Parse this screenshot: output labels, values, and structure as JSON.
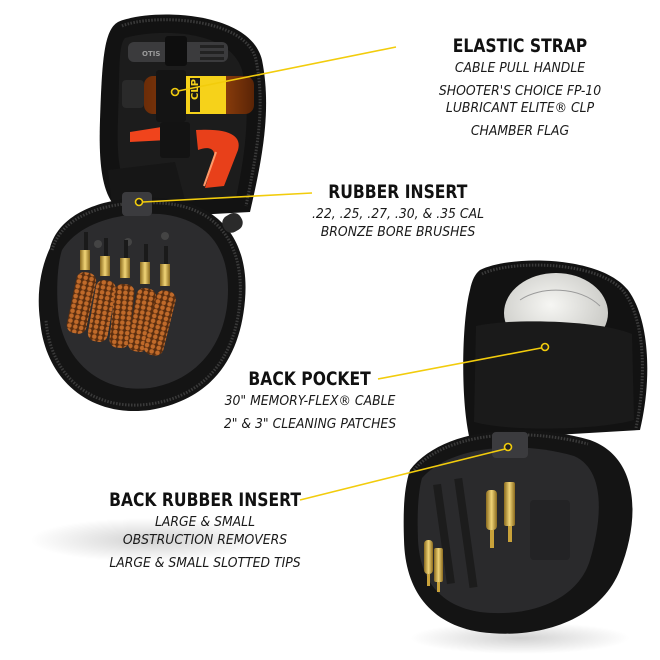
{
  "colors": {
    "callout_line": "#f2cc0c",
    "case_black": "#161616",
    "insert_gray": "#2c2c2e",
    "brass": "#c9a23a",
    "bronze": "#a85a22",
    "orange_flag": "#f0441c",
    "lube_yellow": "#f6d21a",
    "patch_white": "#e9e9e6",
    "text": "#111111"
  },
  "callouts": [
    {
      "id": "elastic-strap",
      "heading": "ELASTIC STRAP",
      "lines": [
        "CABLE PULL HANDLE",
        "SHOOTER'S CHOICE FP-10",
        "LUBRICANT ELITE® CLP",
        "CHAMBER FLAG"
      ]
    },
    {
      "id": "rubber-insert",
      "heading": "RUBBER INSERT",
      "lines": [
        ".22, .25, .27, .30, & .35 CAL",
        "BRONZE BORE BRUSHES"
      ]
    },
    {
      "id": "back-pocket",
      "heading": "BACK POCKET",
      "lines": [
        "30\" MEMORY-FLEX® CABLE",
        "2\" & 3\" CLEANING PATCHES"
      ]
    },
    {
      "id": "back-rubber-insert",
      "heading": "BACK RUBBER INSERT",
      "lines": [
        "LARGE & SMALL",
        "OBSTRUCTION REMOVERS",
        "LARGE & SMALL SLOTTED TIPS"
      ]
    }
  ],
  "product_labels": {
    "lube_label": "CLP",
    "handle_brand": "OTIS"
  }
}
